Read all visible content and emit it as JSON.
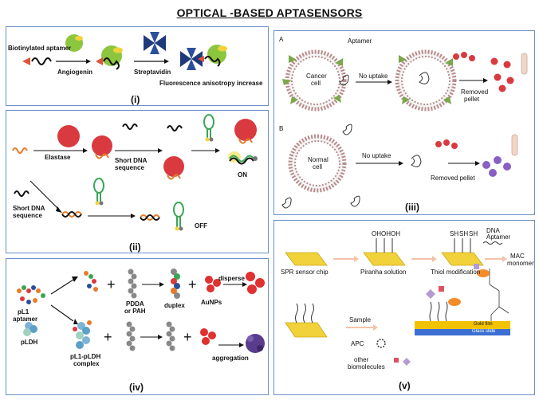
{
  "title": "OPTICAL -BASED APTASENSORS",
  "panel_i": {
    "number": "(i)",
    "biotinylated_aptamer": "Biotinylated aptamer",
    "angiogenin": "Angiogenin",
    "streptavidin": "Streptavidin",
    "fluorescence": "Fluorescence anisotropy  increase"
  },
  "panel_ii": {
    "number": "(ii)",
    "elastase": "Elastase",
    "short_dna_1": "Short DNA",
    "short_dna_2": "sequence",
    "left_dna_1": "Short DNA",
    "left_dna_2": "sequence",
    "on": "ON",
    "off": "OFF"
  },
  "panel_iii": {
    "number": "(iii)",
    "a": "A",
    "b": "B",
    "aptamer": "Aptamer",
    "cancer_cell_1": "Cancer",
    "cancer_cell_2": "cell",
    "no_uptake_a": "No uptake",
    "removed_pellet_a_1": "Removed",
    "removed_pellet_a_2": "pellet",
    "normal_cell_1": "Normal",
    "normal_cell_2": "cell",
    "no_uptake_b": "No uptake",
    "removed_pellet_b": "Removed pellet"
  },
  "panel_iv": {
    "number": "(iv)",
    "pl1_1": "pL1",
    "pl1_2": "aptamer",
    "pldh": "pLDH",
    "pdda_1": "PDDA",
    "pdda_2": "or PAH",
    "duplex": "duplex",
    "aunps": "AuNPs",
    "disperse": "disperse",
    "complex_1": "pL1-pLDH",
    "complex_2": "complex",
    "aggregation": "aggregation"
  },
  "panel_v": {
    "number": "(v)",
    "spr_chip": "SPR sensor chip",
    "piranha": "Piranha solution",
    "thiol": "Thiol modification",
    "dna_aptamer_1": "DNA",
    "dna_aptamer_2": "Aptamer",
    "mac_1": "MAC",
    "mac_2": "monomer",
    "sample": "Sample",
    "apc": "APC",
    "other_1": "other",
    "other_2": "biomolecules",
    "gold_film": "Gold film",
    "glass_slide": "Glass slide",
    "oh": "OH",
    "sh": "SH"
  },
  "colors": {
    "border": "#6b8fc7",
    "aptamer_orange": "#e87b2a",
    "protein_red": "#d93a3f",
    "green": "#8cc63f",
    "gold": "#f2d23a",
    "navy": "#1f3a7a",
    "purple": "#6b3fa0",
    "membrane": "#b98b8b"
  }
}
